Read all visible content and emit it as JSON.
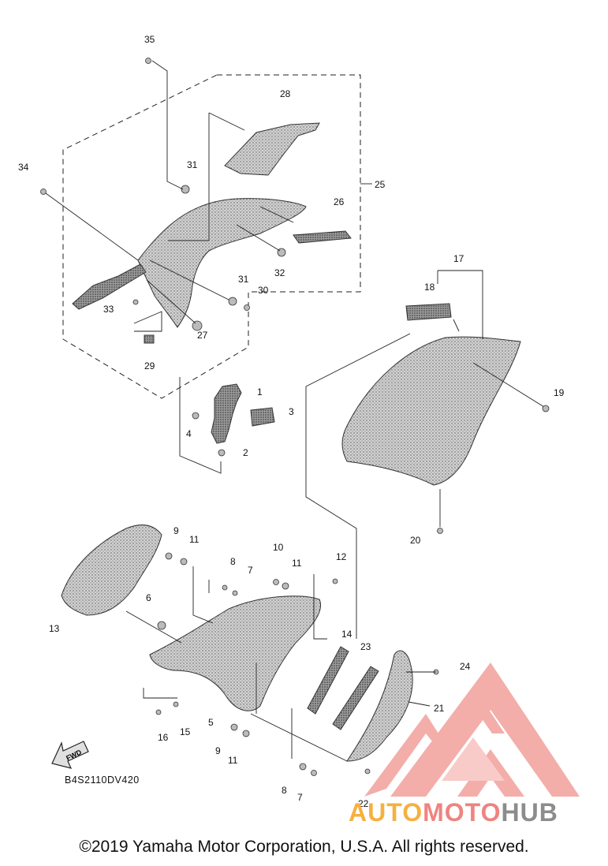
{
  "diagram": {
    "callouts": [
      "35",
      "28",
      "34",
      "31",
      "25",
      "26",
      "32",
      "31",
      "30",
      "33",
      "27",
      "29",
      "17",
      "18",
      "1",
      "3",
      "4",
      "2",
      "19",
      "20",
      "9",
      "11",
      "10",
      "12",
      "8",
      "7",
      "11",
      "6",
      "13",
      "14",
      "23",
      "24",
      "21",
      "5",
      "15",
      "16",
      "9",
      "11",
      "8",
      "7",
      "22"
    ],
    "fwd_label": "FWD",
    "code": "B4S2110DV420"
  },
  "watermark": {
    "part1": "AUTO",
    "part2": "MOTO",
    "part3": "HUB",
    "colors": {
      "auto": "#f6b040",
      "moto": "#ee8480",
      "hub": "#8c8c8c",
      "logo": "#f2a19c"
    }
  },
  "footer": {
    "copyright": "©2019 Yamaha Motor Corporation, U.S.A. All rights reserved."
  }
}
